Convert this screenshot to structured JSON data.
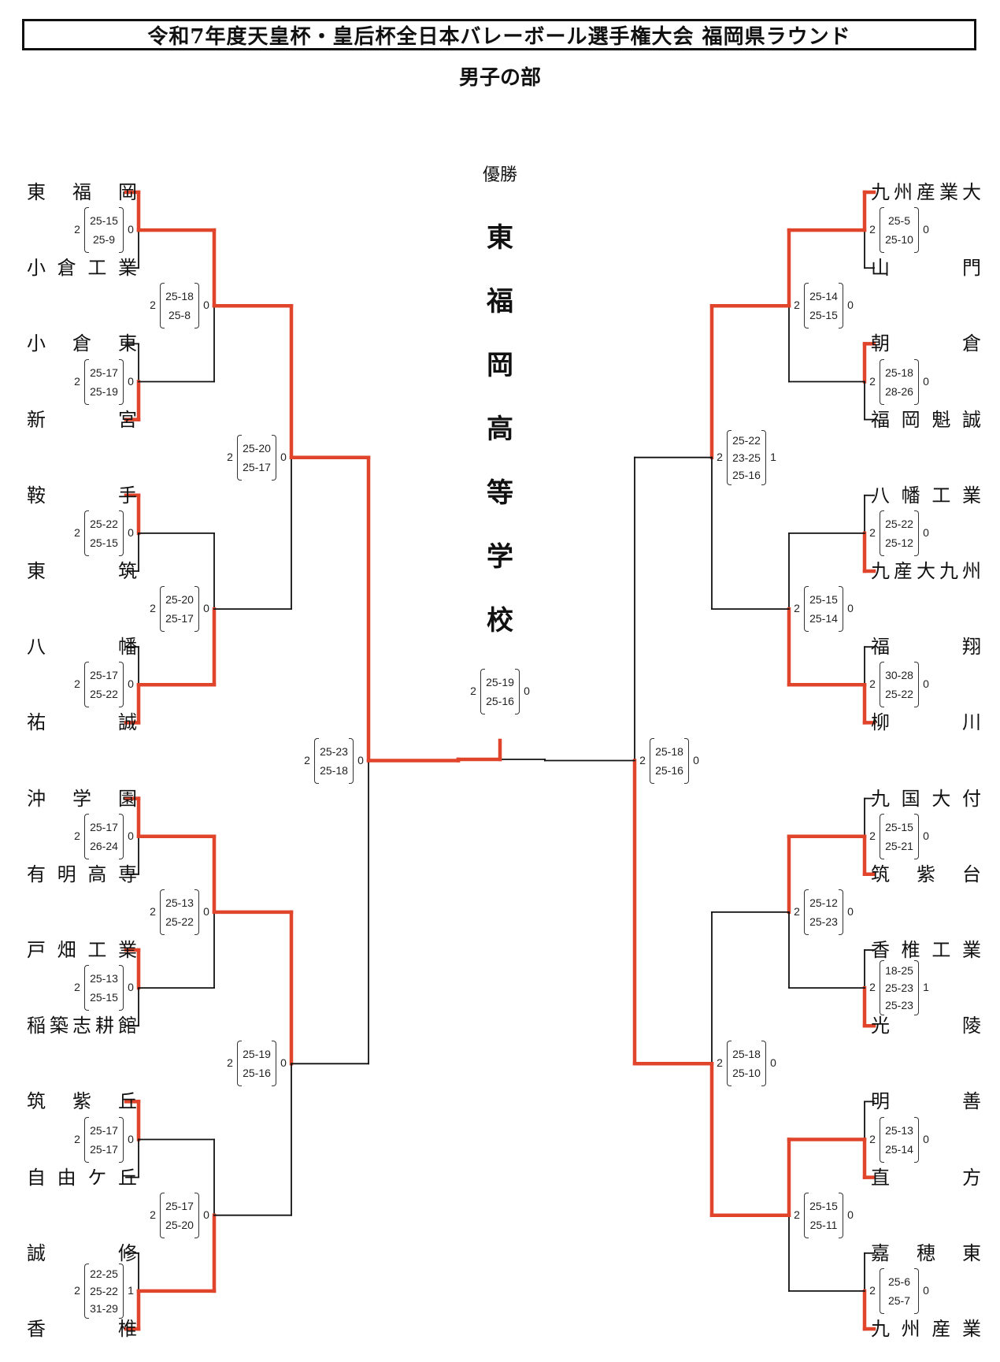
{
  "title": "令和7年度天皇杯・皇后杯全日本バレーボール選手権大会 福岡県ラウンド",
  "subtitle": "男子の部",
  "winner_label": "優勝",
  "winner_chars": [
    "東",
    "福",
    "岡",
    "高",
    "等",
    "学",
    "校"
  ],
  "left_teams": [
    {
      "chars": [
        "東",
        "福",
        "岡"
      ],
      "won": true
    },
    {
      "chars": [
        "小",
        "倉",
        "工",
        "業"
      ],
      "won": false
    },
    {
      "chars": [
        "小",
        "倉",
        "東"
      ],
      "won": false
    },
    {
      "chars": [
        "新",
        "宮"
      ],
      "won": true
    },
    {
      "chars": [
        "鞍",
        "手"
      ],
      "won": true
    },
    {
      "chars": [
        "東",
        "筑"
      ],
      "won": false
    },
    {
      "chars": [
        "八",
        "幡"
      ],
      "won": false
    },
    {
      "chars": [
        "祐",
        "誠"
      ],
      "won": true
    },
    {
      "chars": [
        "沖",
        "学",
        "園"
      ],
      "won": true
    },
    {
      "chars": [
        "有",
        "明",
        "高",
        "専"
      ],
      "won": false
    },
    {
      "chars": [
        "戸",
        "畑",
        "工",
        "業"
      ],
      "won": true
    },
    {
      "chars": [
        "稲",
        "築",
        "志",
        "耕",
        "館"
      ],
      "won": false
    },
    {
      "chars": [
        "筑",
        "紫",
        "丘"
      ],
      "won": true
    },
    {
      "chars": [
        "自",
        "由",
        "ケ",
        "丘"
      ],
      "won": false
    },
    {
      "chars": [
        "誠",
        "修"
      ],
      "won": false
    },
    {
      "chars": [
        "香",
        "椎"
      ],
      "won": true
    }
  ],
  "right_teams": [
    {
      "chars": [
        "九",
        "州",
        "産",
        "業",
        "大"
      ],
      "won": true
    },
    {
      "chars": [
        "山",
        "門"
      ],
      "won": false
    },
    {
      "chars": [
        "朝",
        "倉"
      ],
      "won": true
    },
    {
      "chars": [
        "福",
        "岡",
        "魁",
        "誠"
      ],
      "won": false
    },
    {
      "chars": [
        "八",
        "幡",
        "工",
        "業"
      ],
      "won": false
    },
    {
      "chars": [
        "九",
        "産",
        "大",
        "九",
        "州"
      ],
      "won": true
    },
    {
      "chars": [
        "福",
        "翔"
      ],
      "won": false
    },
    {
      "chars": [
        "柳",
        "川"
      ],
      "won": true
    },
    {
      "chars": [
        "九",
        "国",
        "大",
        "付"
      ],
      "won": false
    },
    {
      "chars": [
        "筑",
        "紫",
        "台"
      ],
      "won": true
    },
    {
      "chars": [
        "香",
        "椎",
        "工",
        "業"
      ],
      "won": false
    },
    {
      "chars": [
        "光",
        "陵"
      ],
      "won": true
    },
    {
      "chars": [
        "明",
        "善"
      ],
      "won": false
    },
    {
      "chars": [
        "直",
        "方"
      ],
      "won": true
    },
    {
      "chars": [
        "嘉",
        "穂",
        "東"
      ],
      "won": false
    },
    {
      "chars": [
        "九",
        "州",
        "産",
        "業"
      ],
      "won": true
    }
  ],
  "bracket": {
    "left_r1": [
      {
        "winner": "top",
        "w": "2",
        "l": "0",
        "sets": [
          "25-15",
          "25-9"
        ]
      },
      {
        "winner": "bottom",
        "w": "2",
        "l": "0",
        "sets": [
          "25-17",
          "25-19"
        ]
      },
      {
        "winner": "top",
        "w": "2",
        "l": "0",
        "sets": [
          "25-22",
          "25-15"
        ]
      },
      {
        "winner": "bottom",
        "w": "2",
        "l": "0",
        "sets": [
          "25-17",
          "25-22"
        ]
      },
      {
        "winner": "top",
        "w": "2",
        "l": "0",
        "sets": [
          "25-17",
          "26-24"
        ]
      },
      {
        "winner": "top",
        "w": "2",
        "l": "0",
        "sets": [
          "25-13",
          "25-15"
        ]
      },
      {
        "winner": "top",
        "w": "2",
        "l": "0",
        "sets": [
          "25-17",
          "25-17"
        ]
      },
      {
        "winner": "bottom",
        "w": "2",
        "l": "1",
        "sets": [
          "22-25",
          "25-22",
          "31-29"
        ]
      }
    ],
    "left_r2": [
      {
        "winner": "top",
        "w": "2",
        "l": "0",
        "sets": [
          "25-18",
          "25-8"
        ]
      },
      {
        "winner": "bottom",
        "w": "2",
        "l": "0",
        "sets": [
          "25-20",
          "25-17"
        ]
      },
      {
        "winner": "top",
        "w": "2",
        "l": "0",
        "sets": [
          "25-13",
          "25-22"
        ]
      },
      {
        "winner": "bottom",
        "w": "2",
        "l": "0",
        "sets": [
          "25-17",
          "25-20"
        ]
      }
    ],
    "left_r3": [
      {
        "winner": "top",
        "w": "2",
        "l": "0",
        "sets": [
          "25-20",
          "25-17"
        ]
      },
      {
        "winner": "top",
        "w": "2",
        "l": "0",
        "sets": [
          "25-19",
          "25-16"
        ]
      }
    ],
    "left_r4": [
      {
        "winner": "top",
        "w": "2",
        "l": "0",
        "sets": [
          "25-23",
          "25-18"
        ]
      }
    ],
    "right_r1": [
      {
        "winner": "top",
        "w": "2",
        "l": "0",
        "sets": [
          "25-5",
          "25-10"
        ]
      },
      {
        "winner": "top",
        "w": "2",
        "l": "0",
        "sets": [
          "25-18",
          "28-26"
        ]
      },
      {
        "winner": "bottom",
        "w": "2",
        "l": "0",
        "sets": [
          "25-22",
          "25-12"
        ]
      },
      {
        "winner": "bottom",
        "w": "2",
        "l": "0",
        "sets": [
          "30-28",
          "25-22"
        ]
      },
      {
        "winner": "bottom",
        "w": "2",
        "l": "0",
        "sets": [
          "25-15",
          "25-21"
        ]
      },
      {
        "winner": "bottom",
        "w": "2",
        "l": "1",
        "sets": [
          "18-25",
          "25-23",
          "25-23"
        ]
      },
      {
        "winner": "bottom",
        "w": "2",
        "l": "0",
        "sets": [
          "25-13",
          "25-14"
        ]
      },
      {
        "winner": "bottom",
        "w": "2",
        "l": "0",
        "sets": [
          "25-6",
          "25-7"
        ]
      }
    ],
    "right_r2": [
      {
        "winner": "top",
        "w": "2",
        "l": "0",
        "sets": [
          "25-14",
          "25-15"
        ]
      },
      {
        "winner": "bottom",
        "w": "2",
        "l": "0",
        "sets": [
          "25-15",
          "25-14"
        ]
      },
      {
        "winner": "top",
        "w": "2",
        "l": "0",
        "sets": [
          "25-12",
          "25-23"
        ]
      },
      {
        "winner": "top",
        "w": "2",
        "l": "0",
        "sets": [
          "25-15",
          "25-11"
        ]
      }
    ],
    "right_r3": [
      {
        "winner": "top",
        "w": "2",
        "l": "1",
        "sets": [
          "25-22",
          "23-25",
          "25-16"
        ]
      },
      {
        "winner": "bottom",
        "w": "2",
        "l": "0",
        "sets": [
          "25-18",
          "25-10"
        ]
      }
    ],
    "right_r4": [
      {
        "winner": "bottom",
        "w": "2",
        "l": "0",
        "sets": [
          "25-18",
          "25-16"
        ]
      }
    ],
    "final": {
      "winner": "left",
      "w": "2",
      "l": "0",
      "sets": [
        "25-19",
        "25-16"
      ]
    }
  },
  "colors": {
    "win_line": "#e0452c",
    "lose_line": "#111111"
  }
}
